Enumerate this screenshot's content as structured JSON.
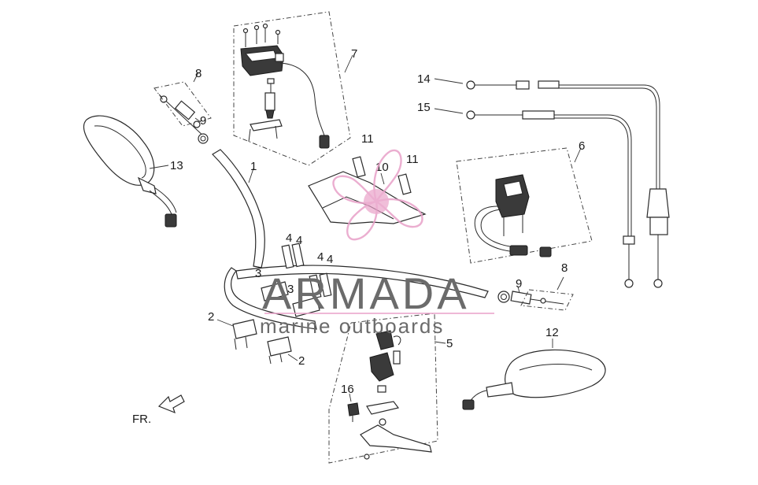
{
  "callouts": {
    "c1": "1",
    "c2a": "2",
    "c2b": "2",
    "c3a": "3",
    "c3b": "3",
    "c4a": "4",
    "c4b": "4",
    "c4c": "4",
    "c4d": "4",
    "c5": "5",
    "c6": "6",
    "c7": "7",
    "c8a": "8",
    "c8b": "8",
    "c9a": "9",
    "c9b": "9",
    "c10": "10",
    "c11a": "11",
    "c11b": "11",
    "c12": "12",
    "c13": "13",
    "c14": "14",
    "c15": "15",
    "c16": "16"
  },
  "direction": {
    "label": "FR."
  },
  "watermark": {
    "brand": "ARMADA",
    "tagline": "marine outboards",
    "logo_color": "#e8a0c8",
    "text_color": "#6b6b6b"
  }
}
